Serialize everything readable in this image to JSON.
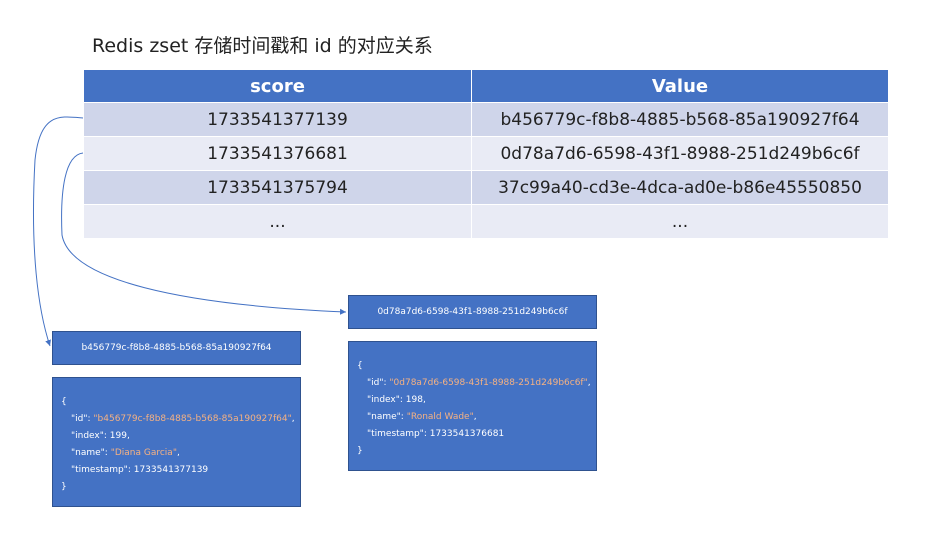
{
  "title": "Redis zset 存储时间戳和 id 的对应关系",
  "table": {
    "headers": [
      "score",
      "Value"
    ],
    "rows": [
      [
        "1733541377139",
        "b456779c-f8b8-4885-b568-85a190927f64"
      ],
      [
        "1733541376681",
        "0d78a7d6-6598-43f1-8988-251d249b6c6f"
      ],
      [
        "1733541375794",
        "37c99a40-cd3e-4dca-ad0e-b86e45550850"
      ],
      [
        "...",
        "..."
      ]
    ]
  },
  "records": [
    {
      "key": "b456779c-f8b8-4885-b568-85a190927f64",
      "open": "{",
      "id_key": "\"id\": ",
      "id": "\"b456779c-f8b8-4885-b568-85a190927f64\"",
      "index_key": "\"index\": ",
      "index": "199,",
      "name_key": "\"name\": ",
      "name": "\"Diana Garcia\"",
      "ts_key": "\"timestamp\": ",
      "timestamp": "1733541377139",
      "close": "}"
    },
    {
      "key": "0d78a7d6-6598-43f1-8988-251d249b6c6f",
      "open": "{",
      "id_key": "\"id\": ",
      "id": "\"0d78a7d6-6598-43f1-8988-251d249b6c6f\"",
      "index_key": "\"index\": ",
      "index": "198,",
      "name_key": "\"name\": ",
      "name": "\"Ronald Wade\"",
      "ts_key": "\"timestamp\": ",
      "timestamp": "1733541376681",
      "close": "}"
    }
  ],
  "colors": {
    "header": "#4472C4",
    "row_dark": "#CFD5EA",
    "row_light": "#E9EBF5",
    "string": "#F4B183"
  }
}
